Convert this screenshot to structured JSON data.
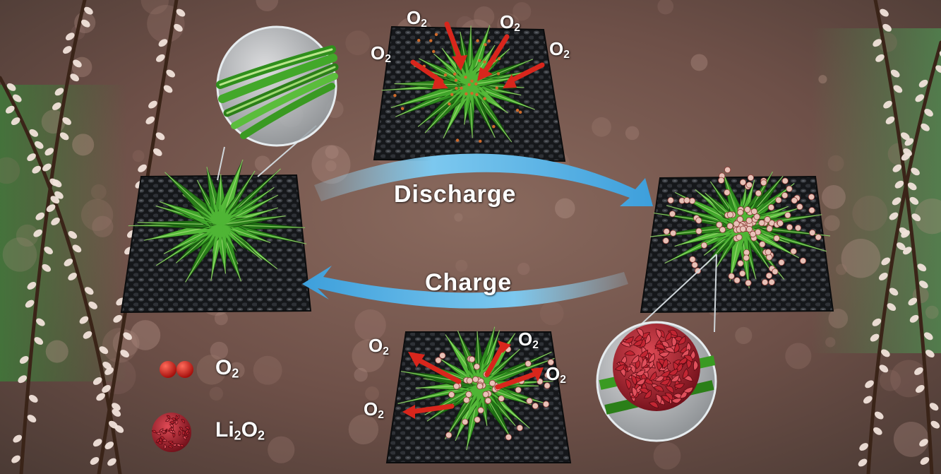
{
  "processes": {
    "discharge": "Discharge",
    "charge": "Charge"
  },
  "oxygen": {
    "base": "O",
    "sub": "2"
  },
  "legend": {
    "o2": {
      "base": "O",
      "sub": "2"
    },
    "li2o2": {
      "a": "Li",
      "a_sub": "2",
      "b": "O",
      "b_sub": "2"
    }
  },
  "colors": {
    "leaf_green": "#2e8b1f",
    "arrow_blue": "#5ab8e8",
    "o2_red": "#d8261c",
    "li2o2_red": "#b3202b",
    "mat_black": "#1b1d1f",
    "background": "#7a5a4e"
  }
}
